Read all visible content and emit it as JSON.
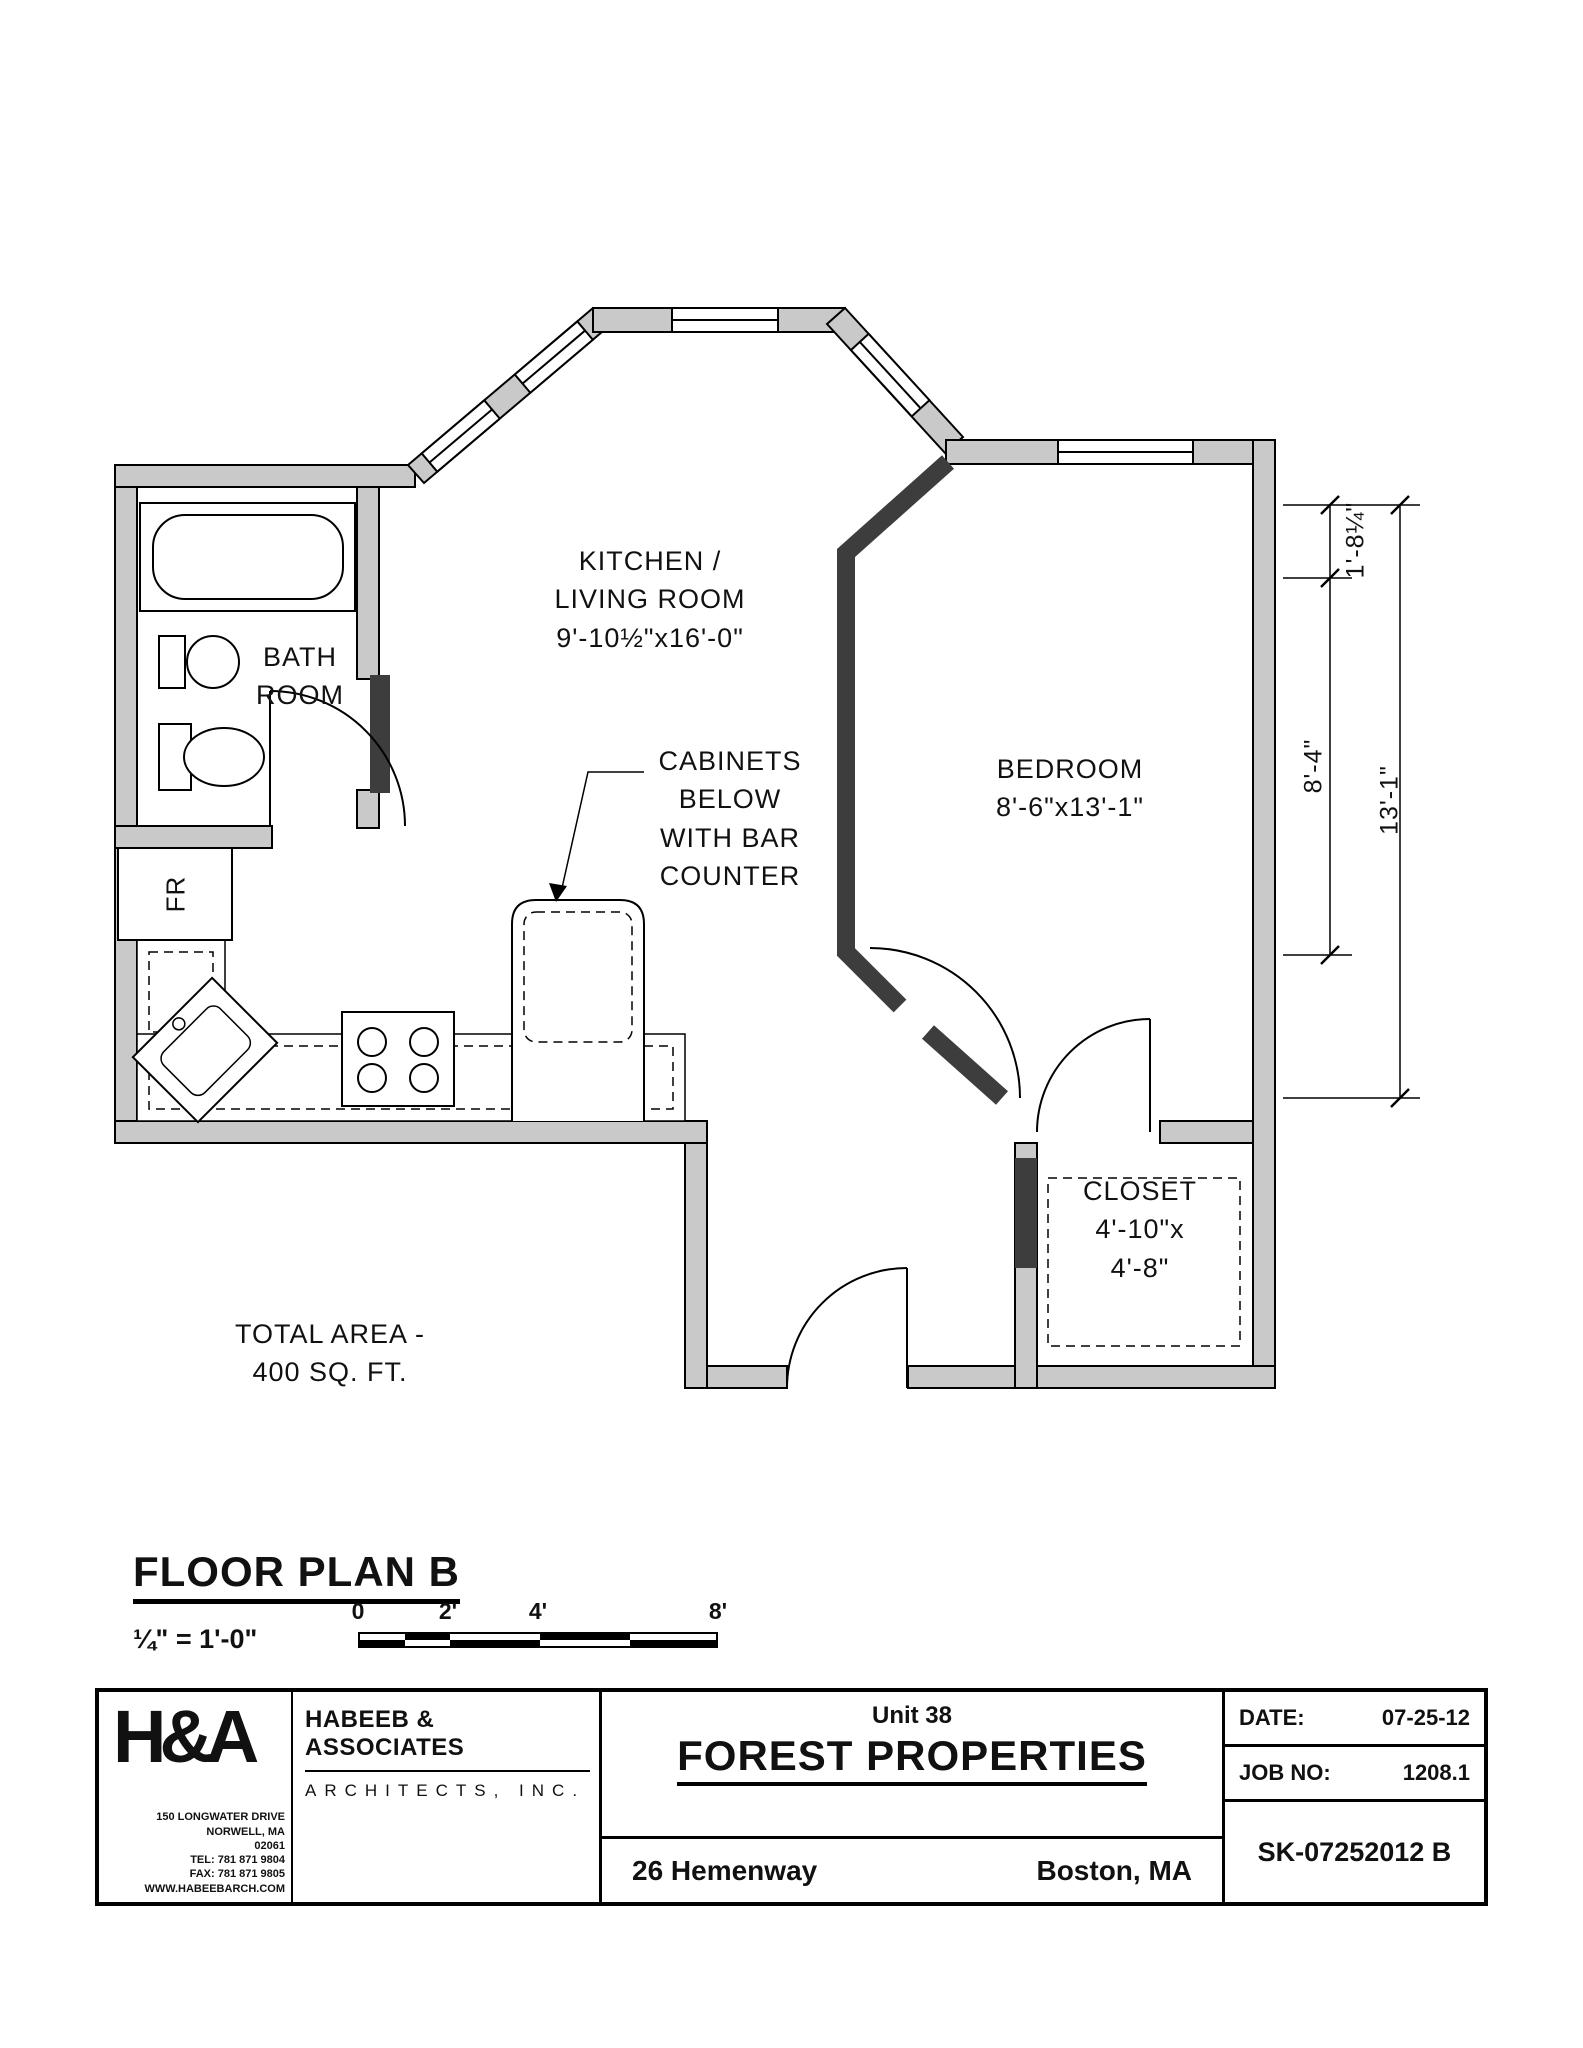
{
  "colors": {
    "background": "#ffffff",
    "line": "#000000",
    "wall_fill": "#c9c9c9",
    "dark_wall_fill": "#3d3d3d"
  },
  "plan": {
    "labels": {
      "kitchen_line1": "KITCHEN /",
      "kitchen_line2": "LIVING ROOM",
      "kitchen_dims": "9'-10½\"x16'-0\"",
      "bath_line1": "BATH",
      "bath_line2": "ROOM",
      "cabinets_line1": "CABINETS",
      "cabinets_line2": "BELOW",
      "cabinets_line3": "WITH BAR",
      "cabinets_line4": "COUNTER",
      "bedroom": "BEDROOM",
      "bedroom_dims": "8'-6\"x13'-1\"",
      "closet": "CLOSET",
      "closet_dims_line1": "4'-10\"x",
      "closet_dims_line2": "4'-8\"",
      "fridge": "FR",
      "total_area_line1": "TOTAL AREA -",
      "total_area_line2": "400 SQ. FT."
    },
    "dimensions": {
      "dim_small": "1'-8¼\"",
      "dim_mid": "8'-4\"",
      "dim_full": "13'-1\""
    }
  },
  "title_section": {
    "title": "FLOOR PLAN B",
    "scale": "¼\" = 1'-0\"",
    "scale_bar_labels": [
      "0",
      "2'",
      "4'",
      "8'"
    ]
  },
  "title_block": {
    "firm": {
      "logo": "H&A",
      "name": "HABEEB & ASSOCIATES",
      "subtitle": "ARCHITECTS, INC.",
      "address_lines": [
        "150 LONGWATER DRIVE",
        "NORWELL, MA",
        "02061",
        "TEL: 781 871 9804",
        "FAX: 781 871 9805",
        "WWW.HABEEBARCH.COM"
      ]
    },
    "project": {
      "unit": "Unit 38",
      "name": "FOREST PROPERTIES",
      "address": "26 Hemenway",
      "city": "Boston, MA"
    },
    "meta": {
      "date_label": "DATE:",
      "date_value": "07-25-12",
      "job_label": "JOB NO:",
      "job_value": "1208.1",
      "sheet": "SK-07252012 B"
    }
  }
}
